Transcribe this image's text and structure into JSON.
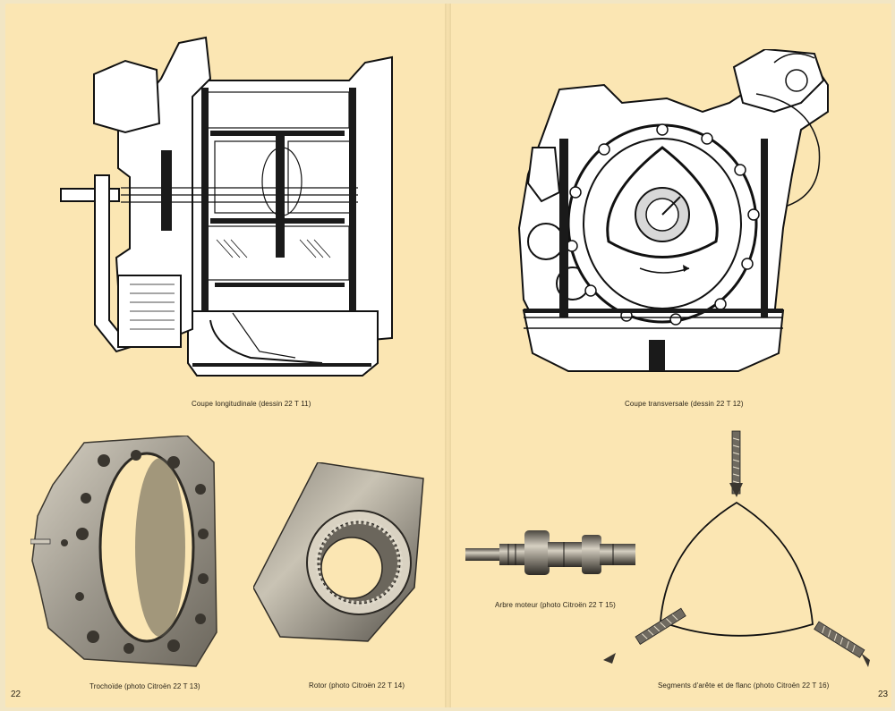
{
  "left_page": {
    "page_number": "22",
    "figures": {
      "longitudinal": {
        "caption": "Coupe longitudinale (dessin 22 T 11)"
      },
      "trochoid": {
        "caption": "Trochoïde (photo Citroën 22 T 13)"
      },
      "rotor": {
        "caption": "Rotor (photo Citroën 22 T 14)"
      }
    }
  },
  "right_page": {
    "page_number": "23",
    "figures": {
      "transversal": {
        "caption": "Coupe transversale (dessin 22 T 12)"
      },
      "shaft": {
        "caption": "Arbre moteur (photo Citroën 22 T 15)"
      },
      "seals": {
        "caption": "Segments d'arête et de flanc (photo Citroën 22 T 16)"
      }
    }
  }
}
